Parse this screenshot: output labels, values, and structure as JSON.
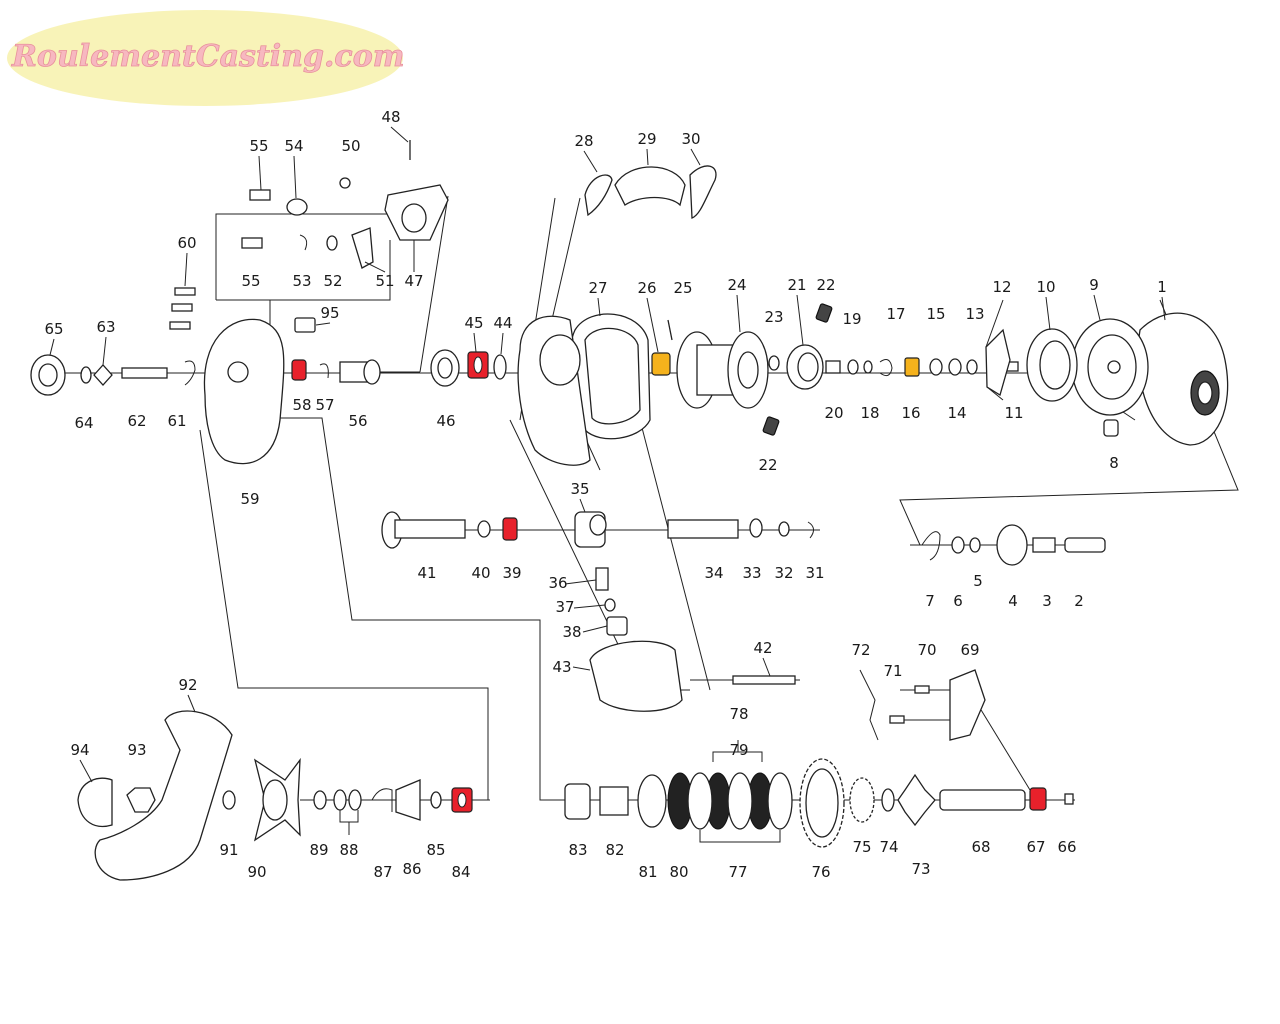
{
  "watermark": {
    "text": "RoulementCasting.com"
  },
  "colors": {
    "bearing_highlight": "#e8212b",
    "bushing_highlight": "#f5b21c",
    "logo_bg": "#f8f3b8",
    "line": "#222222"
  },
  "labels": {
    "p1": "1",
    "p2": "2",
    "p3": "3",
    "p4": "4",
    "p5": "5",
    "p6": "6",
    "p7": "7",
    "p8": "8",
    "p9": "9",
    "p10": "10",
    "p11": "11",
    "p12": "12",
    "p13": "13",
    "p14": "14",
    "p15": "15",
    "p16": "16",
    "p17": "17",
    "p18": "18",
    "p19": "19",
    "p20": "20",
    "p21": "21",
    "p22a": "22",
    "p22b": "22",
    "p23": "23",
    "p24": "24",
    "p25": "25",
    "p26": "26",
    "p27": "27",
    "p28": "28",
    "p29": "29",
    "p30": "30",
    "p31": "31",
    "p32": "32",
    "p33": "33",
    "p34": "34",
    "p35": "35",
    "p36": "36",
    "p37": "37",
    "p38": "38",
    "p39": "39",
    "p40": "40",
    "p41": "41",
    "p42": "42",
    "p43": "43",
    "p44": "44",
    "p45": "45",
    "p46": "46",
    "p47": "47",
    "p48": "48",
    "p50": "50",
    "p51": "51",
    "p52": "52",
    "p53": "53",
    "p54": "54",
    "p55a": "55",
    "p55b": "55",
    "p56": "56",
    "p57": "57",
    "p58": "58",
    "p59": "59",
    "p60": "60",
    "p61": "61",
    "p62": "62",
    "p63": "63",
    "p64": "64",
    "p65": "65",
    "p66": "66",
    "p67": "67",
    "p68": "68",
    "p69": "69",
    "p70": "70",
    "p71": "71",
    "p72": "72",
    "p73": "73",
    "p74": "74",
    "p75": "75",
    "p76": "76",
    "p77": "77",
    "p78": "78",
    "p79": "79",
    "p80": "80",
    "p81": "81",
    "p82": "82",
    "p83": "83",
    "p84": "84",
    "p85": "85",
    "p86": "86",
    "p87": "87",
    "p88": "88",
    "p89": "89",
    "p90": "90",
    "p91": "91",
    "p92": "92",
    "p93": "93",
    "p94": "94",
    "p95": "95"
  }
}
